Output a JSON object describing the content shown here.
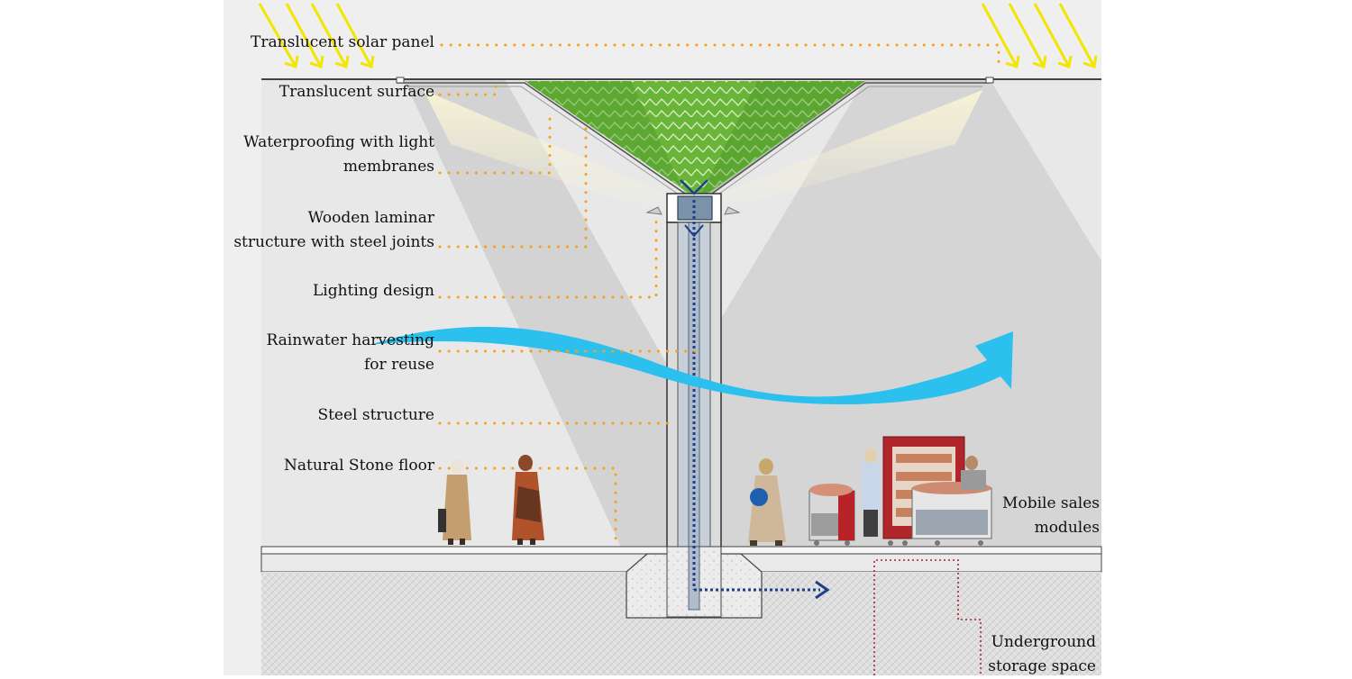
{
  "labels": {
    "solar_panel": "Translucent solar panel",
    "surface": "Translucent surface",
    "waterproofing_1": "Waterproofing with light",
    "waterproofing_2": "membranes",
    "wooden_1": "Wooden laminar",
    "wooden_2": "structure with steel joints",
    "lighting": "Lighting design",
    "rainwater_1": "Rainwater harvesting",
    "rainwater_2": "for reuse",
    "steel": "Steel structure",
    "stone_floor": "Natural Stone floor",
    "mobile_1": "Mobile sales",
    "mobile_2": "modules",
    "storage_1": "Underground",
    "storage_2": "storage space"
  },
  "colors": {
    "leader_dots": "#f4a21c",
    "sun_arrows": "#f2e600",
    "canopy_green": "#6ab53a",
    "wind_arrow": "#2cc0ee",
    "water_path": "#1d3f8a",
    "storage_outline": "#a6262a",
    "panel_bg": "#eeeeee"
  }
}
